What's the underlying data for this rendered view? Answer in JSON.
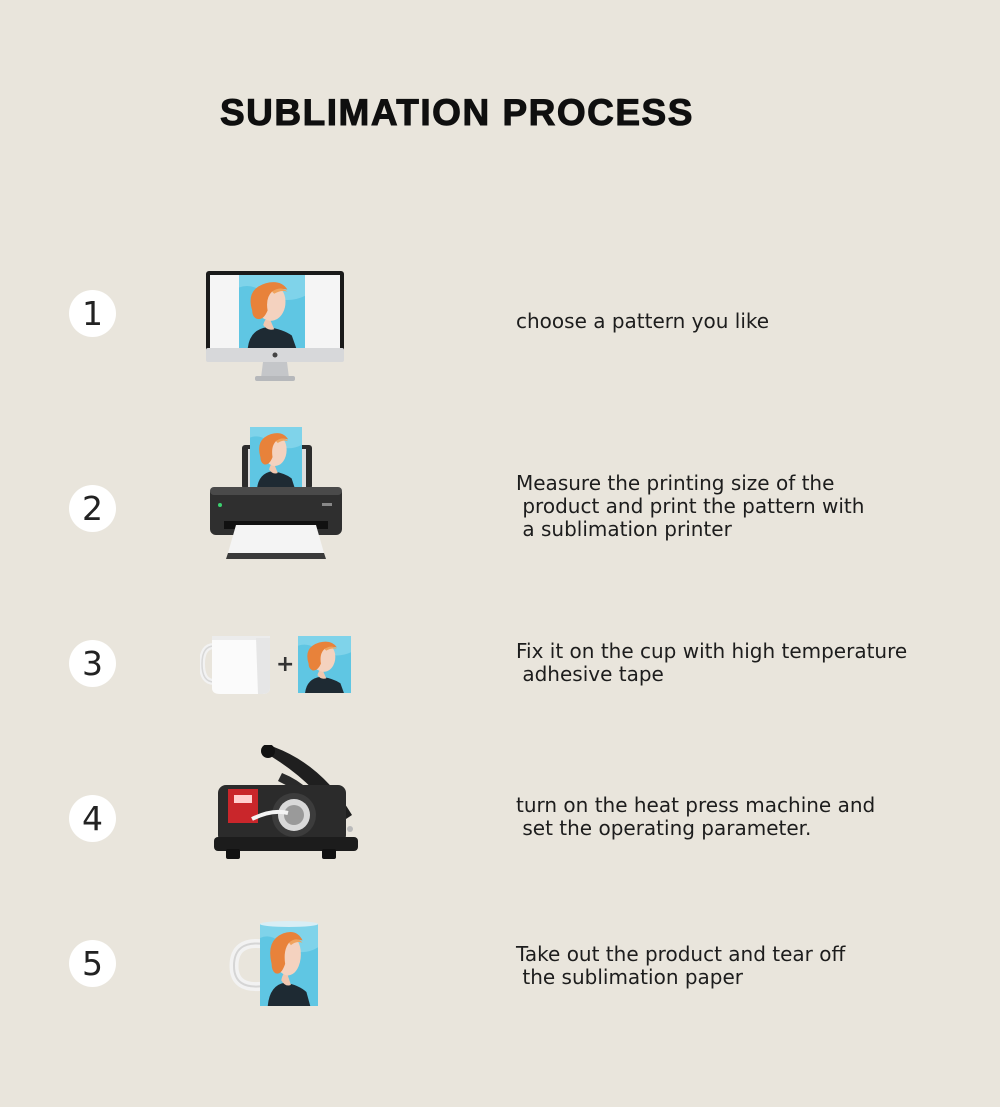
{
  "title": "SUBLIMATION PROCESS",
  "colors": {
    "background": "#e9e5dc",
    "badge": "#ffffff",
    "artwork_sky": "#5fc6e3",
    "artwork_hair": "#e8823a",
    "press_panel": "#c9262b"
  },
  "steps": [
    {
      "number": "1",
      "icon": "monitor-icon",
      "lines": [
        "choose a pattern you like"
      ]
    },
    {
      "number": "2",
      "icon": "printer-icon",
      "lines": [
        "Measure the printing size of the",
        " product and print the pattern with",
        " a sublimation printer"
      ]
    },
    {
      "number": "3",
      "icon": "mug-plus-pattern-icon",
      "lines": [
        "Fix it on the cup with high temperature",
        " adhesive tape"
      ]
    },
    {
      "number": "4",
      "icon": "heat-press-icon",
      "lines": [
        "turn on the heat press machine and",
        " set the operating parameter."
      ]
    },
    {
      "number": "5",
      "icon": "printed-mug-icon",
      "lines": [
        "Take out the product and tear off",
        " the sublimation paper"
      ]
    }
  ]
}
